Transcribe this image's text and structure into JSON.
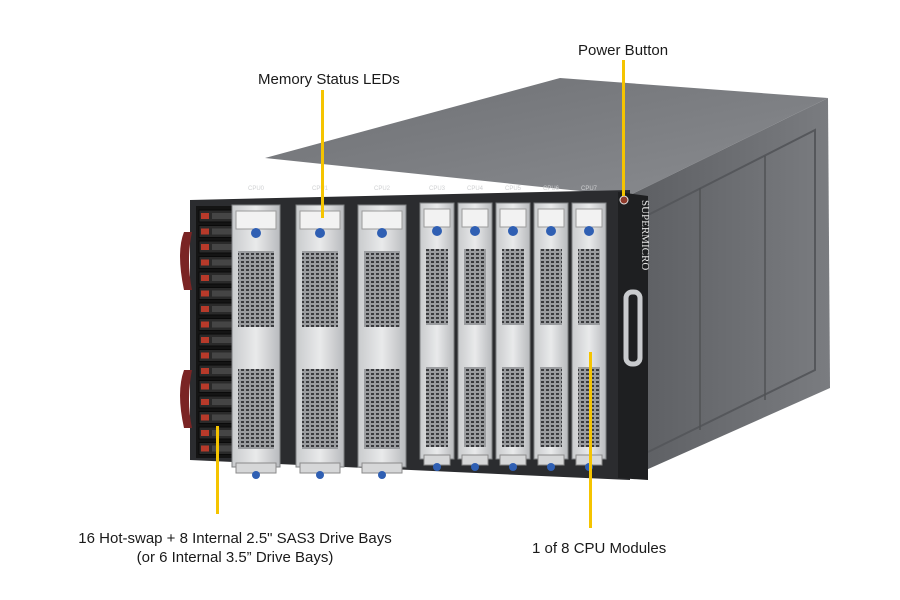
{
  "image": {
    "subject": "Supermicro 8-module blade server chassis with callouts",
    "accent_color": "#f5c400",
    "brand_mark": "SUPERMICRO"
  },
  "callouts": {
    "memory_leds": "Memory Status LEDs",
    "power_button": "Power Button",
    "drive_bays_line1": "16 Hot-swap + 8 Internal 2.5\" SAS3 Drive Bays",
    "drive_bays_line2": "(or 6 Internal 3.5” Drive Bays)",
    "cpu_modules": "1 of 8 CPU Modules"
  },
  "module_tags": [
    "CPU0",
    "CPU1",
    "CPU2",
    "CPU3",
    "CPU4",
    "CPU5",
    "CPU6",
    "CPU7"
  ]
}
